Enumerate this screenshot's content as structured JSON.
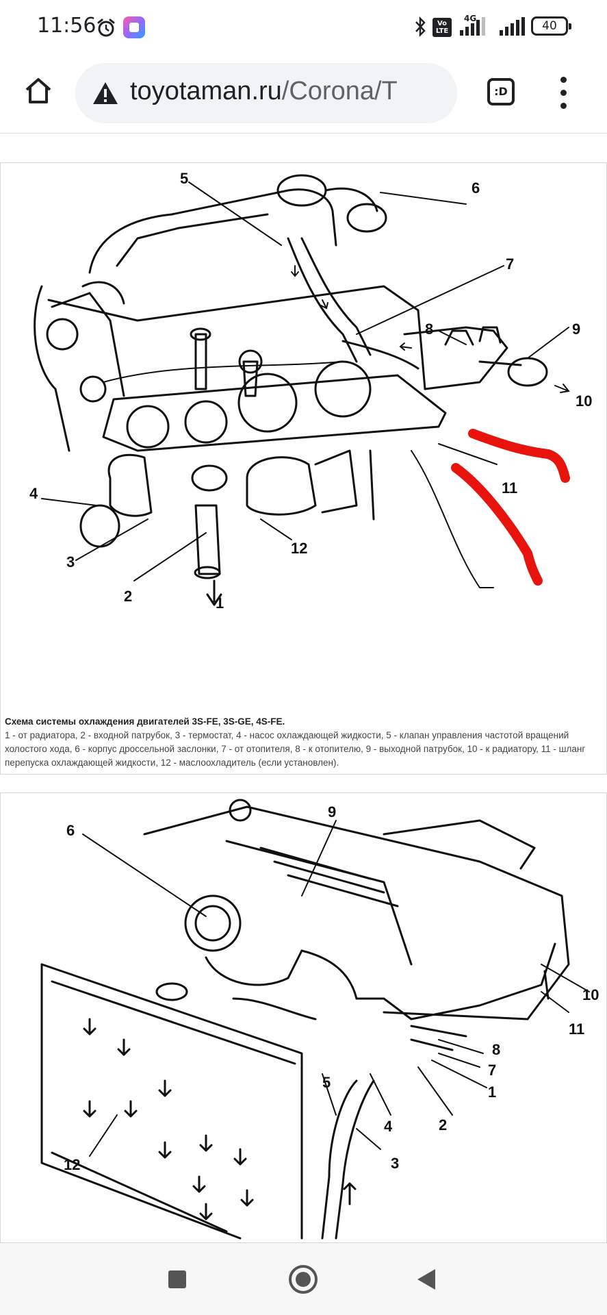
{
  "status_bar": {
    "time": "11:56",
    "volte": "Vo LTE",
    "network": "4G",
    "battery": "40"
  },
  "browser": {
    "url_host": "toyotaman.ru",
    "url_path": "/Corona/T",
    "tabs_label": ":D"
  },
  "figure1": {
    "callouts": [
      "1",
      "2",
      "3",
      "4",
      "5",
      "6",
      "7",
      "8",
      "9",
      "10",
      "11",
      "12"
    ],
    "caption_title": "Схема системы охлаждения двигателей 3S-FE, 3S-GE, 4S-FE.",
    "caption_legend": "1 - от радиатора, 2 - входной патрубок, 3 - термостат, 4 - насос охлаждающей жидкости, 5 - клапан управления частотой вращений холостого хода, 6 - корпус дроссельной заслонки, 7 - от отопителя, 8 - к отопителю, 9 - выходной патрубок, 10 - к радиатору, 11 - шланг перепуска охлаждающей жидкости, 12 - маслоохладитель (если установлен).",
    "annotation_color": "#e8130c"
  },
  "figure2": {
    "callouts": [
      "1",
      "2",
      "3",
      "4",
      "5",
      "6",
      "7",
      "8",
      "9",
      "10",
      "11",
      "12"
    ]
  },
  "icons": {
    "alarm": "alarm-clock-icon",
    "bluetooth": "bluetooth-icon",
    "home": "home-icon",
    "insecure": "warning-triangle-icon",
    "menu": "more-vert-icon"
  }
}
